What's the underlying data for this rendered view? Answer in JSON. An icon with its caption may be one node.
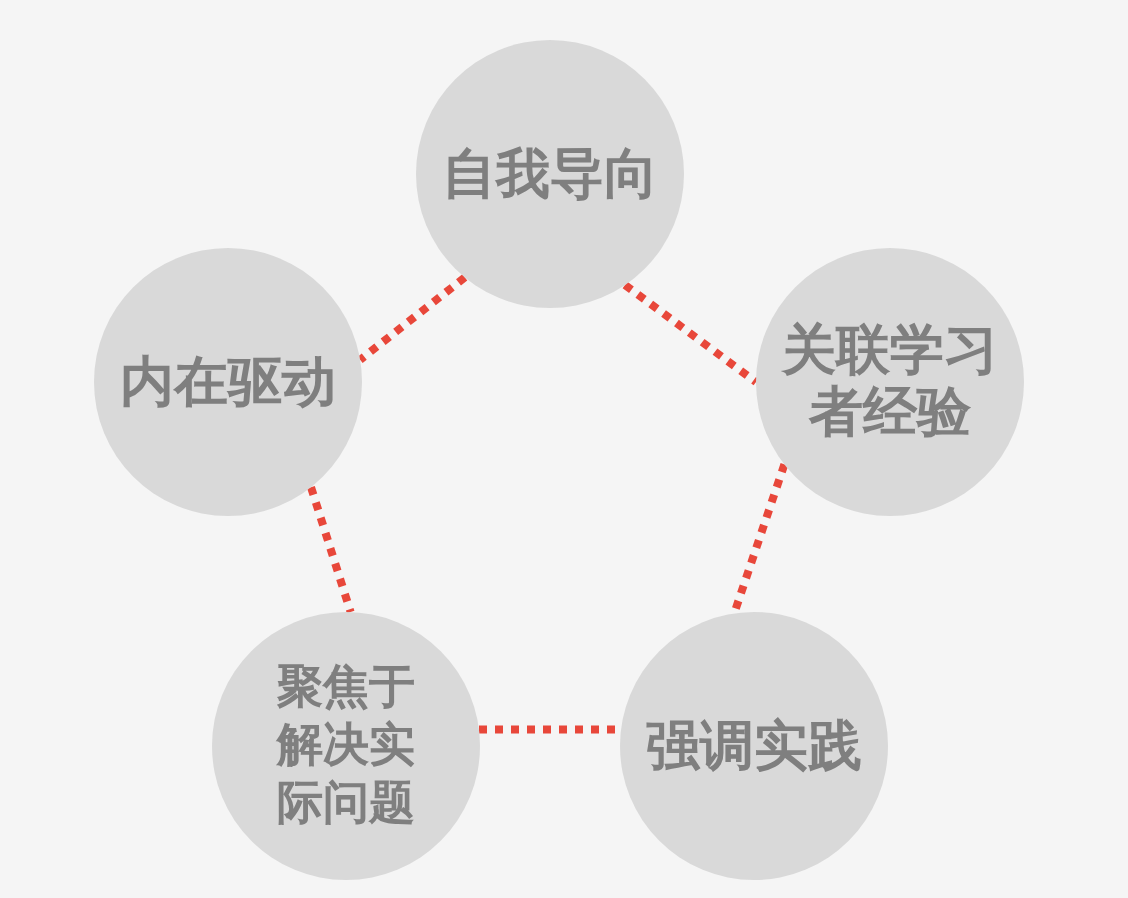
{
  "diagram": {
    "nodes": [
      {
        "text": [
          "自我导向"
        ]
      },
      {
        "text": [
          "内在驱动"
        ]
      },
      {
        "text": [
          "关联学习者经验"
        ]
      },
      {
        "text": [
          "聚焦于解决实际问题"
        ]
      },
      {
        "text": [
          "强调实践"
        ]
      }
    ],
    "edges": [
      {
        "from": 0,
        "to": 1,
        "arrow": "none"
      },
      {
        "from": 0,
        "to": 2,
        "arrow": "none"
      },
      {
        "from": 1,
        "to": 3,
        "arrow": "none"
      },
      {
        "from": 2,
        "to": 4,
        "arrow": "none"
      },
      {
        "from": 3,
        "to": 4,
        "arrow": "none"
      }
    ]
  }
}
